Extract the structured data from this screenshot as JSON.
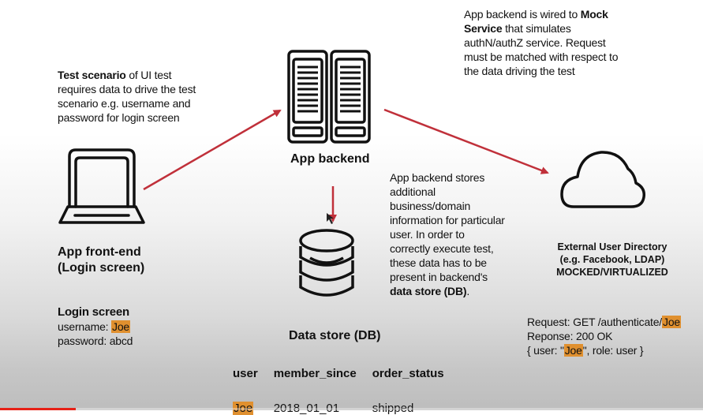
{
  "test_scenario_note": {
    "bold_lead": "Test scenario",
    "line1_rest": " of UI test",
    "line2": "requires data to drive the test",
    "line3": "scenario e.g. username and",
    "line4": "password for login screen"
  },
  "mock_service_note": {
    "line1_pre": "App backend is wired to ",
    "line1_bold": "Mock",
    "line2_bold": "Service",
    "line2_rest": " that simulates",
    "line3": "authN/authZ service. Request",
    "line4": "must be matched with respect to",
    "line5": "the data driving the test"
  },
  "frontend": {
    "icon": "laptop-icon",
    "title_line1": "App front-end",
    "title_line2": "(Login screen)",
    "login": {
      "heading": "Login screen",
      "username_label": "username: ",
      "username_value": "Joe",
      "password_label": "password: ",
      "password_value": "abcd"
    }
  },
  "backend": {
    "icon": "server-rack-icon",
    "title": "App backend"
  },
  "datastore_note": {
    "line1": "App backend stores",
    "line2": "additional",
    "line3": "business/domain",
    "line4": "information for particular",
    "line5": "user. In order to",
    "line6": "correctly execute test,",
    "line7": "these data has to be",
    "line8": "present in backend's",
    "line9_bold": "data store (DB)",
    "line9_rest": "."
  },
  "datastore": {
    "icon": "database-icon",
    "title": "Data store (DB)",
    "table": {
      "columns": [
        "user",
        "member_since",
        "order_status"
      ],
      "rows": [
        [
          "Joe",
          "2018_01_01",
          "shipped"
        ]
      ]
    }
  },
  "external_directory": {
    "icon": "cloud-icon",
    "line1": "External User Directory",
    "line2": "(e.g. Facebook, LDAP)",
    "line3": "MOCKED/VIRTUALIZED",
    "request_label": "Request: GET /authenticate/",
    "request_user": "Joe",
    "response_line": "Reponse: 200 OK",
    "body_pre": "{ user: \"",
    "body_user": "Joe",
    "body_post": "\", role: user }"
  },
  "colors": {
    "arrow": "#c0303a",
    "highlight": "#e0902f",
    "progress": "#e62117"
  },
  "video_progress": {
    "fraction": 0.108
  }
}
